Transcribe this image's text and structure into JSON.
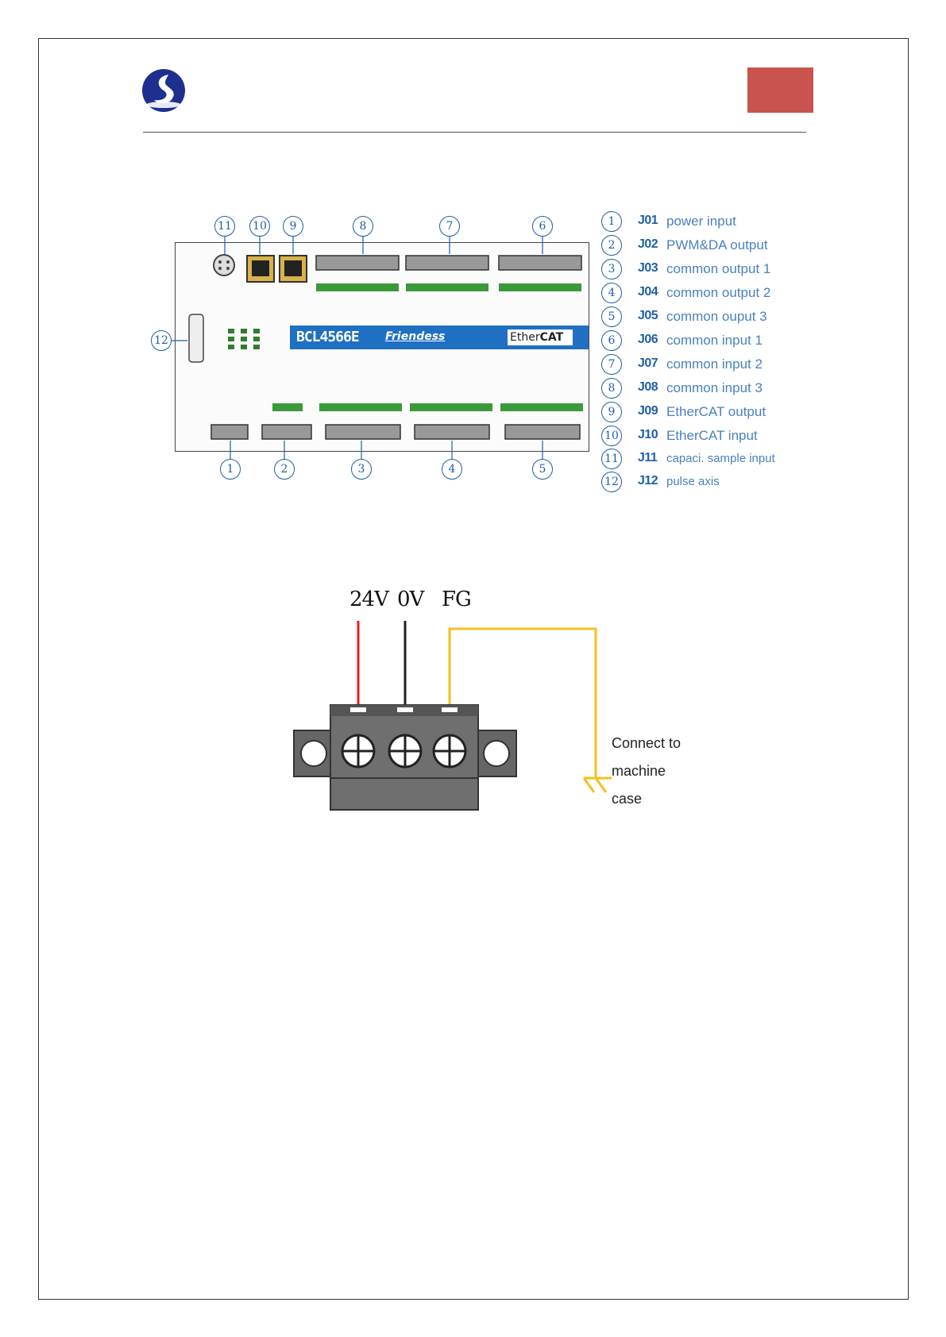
{
  "board": {
    "model": "BCL4566E",
    "brand": "Friendess",
    "bus_prefix": "Ether",
    "bus_suffix": "CAT",
    "callouts_top": [
      "11",
      "10",
      "9",
      "8",
      "7",
      "6"
    ],
    "callouts_bottom": [
      "1",
      "2",
      "3",
      "4",
      "5"
    ],
    "callout_left": "12"
  },
  "legend": [
    {
      "num": "1",
      "code": "J01",
      "label": "power input"
    },
    {
      "num": "2",
      "code": "J02",
      "label": "PWM&DA output"
    },
    {
      "num": "3",
      "code": "J03",
      "label": "common output 1"
    },
    {
      "num": "4",
      "code": "J04",
      "label": "common output 2"
    },
    {
      "num": "5",
      "code": "J05",
      "label": "common ouput 3"
    },
    {
      "num": "6",
      "code": "J06",
      "label": "common input 1"
    },
    {
      "num": "7",
      "code": "J07",
      "label": "common input 2"
    },
    {
      "num": "8",
      "code": "J08",
      "label": "common input 3"
    },
    {
      "num": "9",
      "code": "J09",
      "label": "EtherCAT output"
    },
    {
      "num": "10",
      "code": "J10",
      "label": "EtherCAT input"
    },
    {
      "num": "11",
      "code": "J11",
      "label": "capaci. sample input"
    },
    {
      "num": "12",
      "code": "J12",
      "label": "pulse axis"
    }
  ],
  "wiring": {
    "terminal_24v": "24V",
    "terminal_0v": "0V",
    "terminal_fg": "FG",
    "note_line1": "Connect to",
    "note_line2": "machine",
    "note_line3": "case",
    "colors": {
      "wire_24v": "#e02020",
      "wire_0v": "#222222",
      "wire_fg": "#f2c21b"
    }
  }
}
